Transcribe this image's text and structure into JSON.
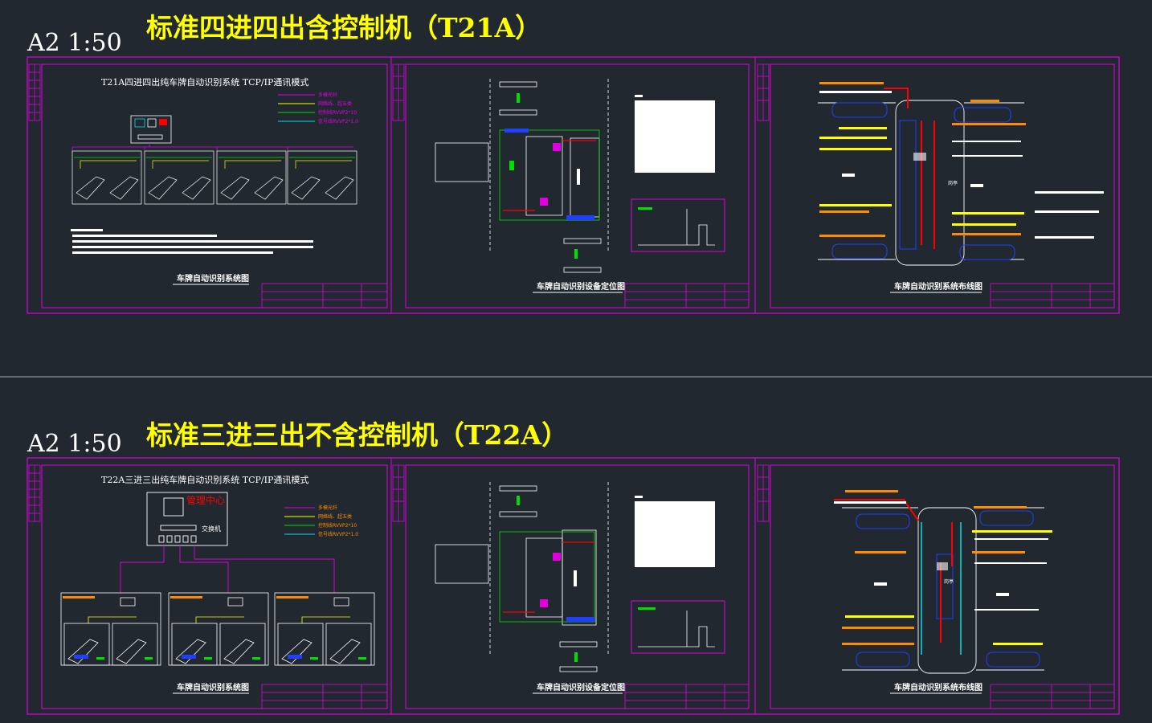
{
  "sections": [
    {
      "scale": "A2 1:50",
      "title": "标准四进四出含控制机（T21A）",
      "sheets": [
        {
          "heading": "T21A四进四出纯车牌自动识别系统 TCP/IP通讯模式",
          "legend": [
            "多模光纤",
            "网络线、超五类",
            "控制线RVVP2*10",
            "信号线RVVP2*1.0"
          ],
          "caption": "车牌自动识别系统图"
        },
        {
          "caption": "车牌自动识别设备定位图"
        },
        {
          "side_label": "岗亭",
          "caption": "车牌自动识别系统布线图"
        }
      ]
    },
    {
      "scale": "A2 1:50",
      "title": "标准三进三出不含控制机（T22A）",
      "sheets": [
        {
          "heading": "T22A三进三出纯车牌自动识别系统 TCP/IP通讯模式",
          "center_label": "管理中心",
          "switch_label": "交换机",
          "legend": [
            "多模光纤",
            "网络线、超五类",
            "控制线RVVP2*10",
            "信号线RVVP2*1.0"
          ],
          "caption": "车牌自动识别系统图"
        },
        {
          "caption": "车牌自动识别设备定位图"
        },
        {
          "side_label": "岗亭",
          "caption": "车牌自动识别系统布线图"
        }
      ]
    }
  ],
  "colors": {
    "background": "#212830",
    "frame": "#e000e0",
    "title": "#ffff00",
    "legend": [
      "#e000e0",
      "#ffff00",
      "#00e000",
      "#00e0e0"
    ],
    "orange": "#ff8c00",
    "red": "#ff0000",
    "blue": "#2040ff"
  }
}
